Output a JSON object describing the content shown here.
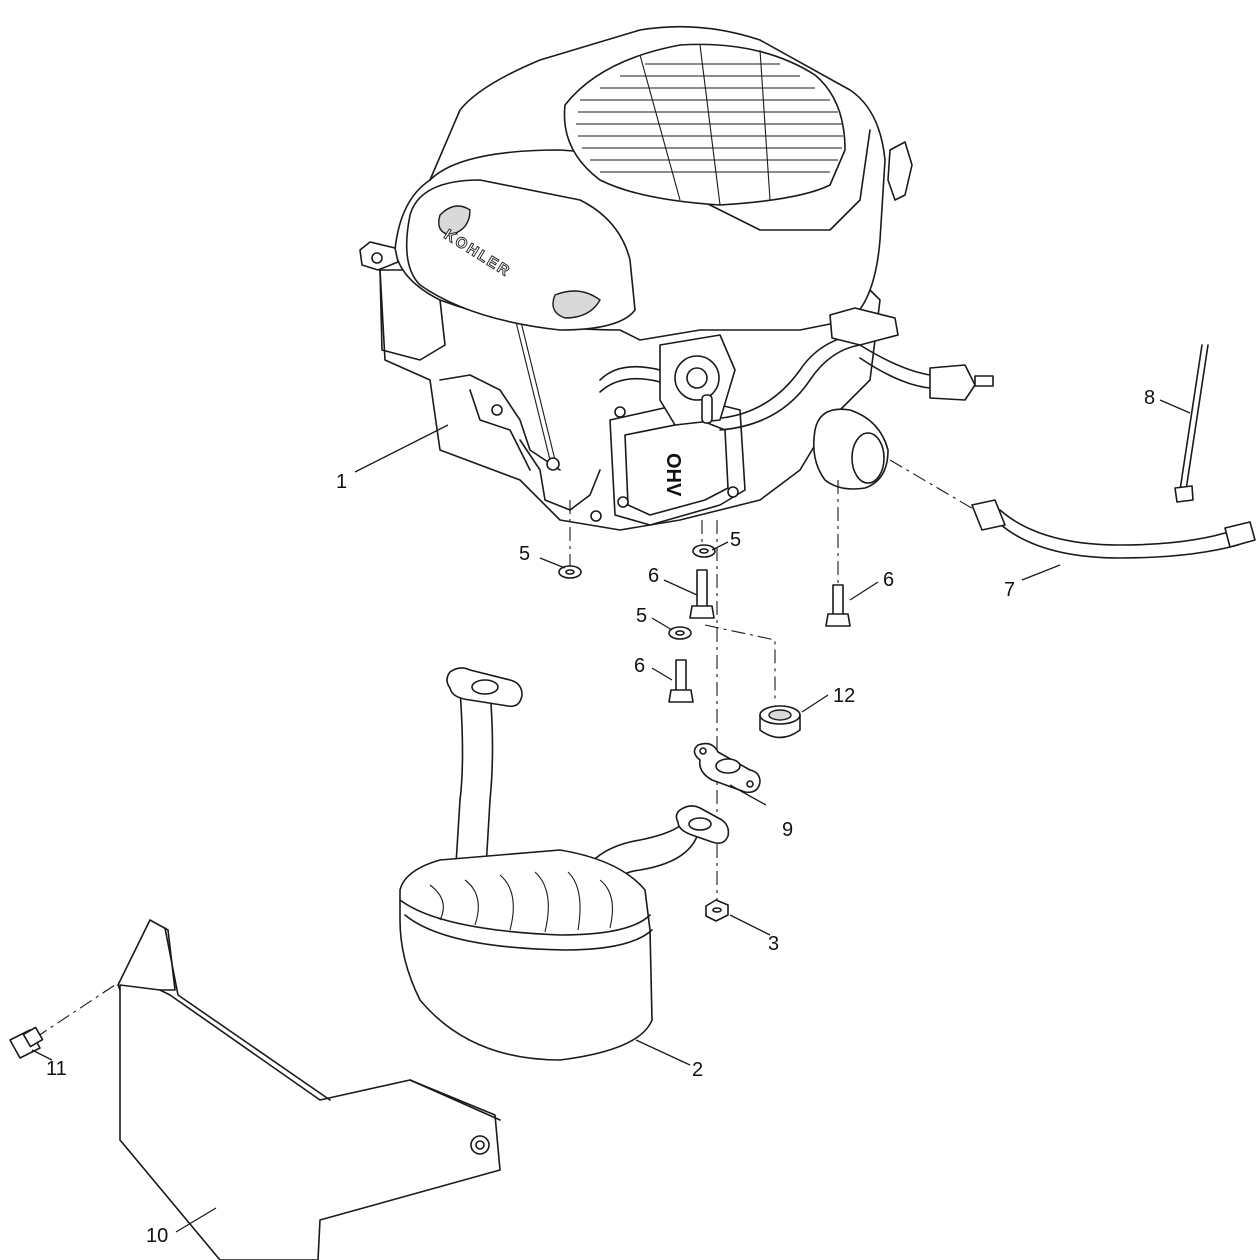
{
  "engine": {
    "brand_text": "KOHLER",
    "valve_cover_text": "OHV"
  },
  "callouts": [
    {
      "id": "c1",
      "label": "1"
    },
    {
      "id": "c2",
      "label": "2"
    },
    {
      "id": "c3",
      "label": "3"
    },
    {
      "id": "c5a",
      "label": "5"
    },
    {
      "id": "c5b",
      "label": "5"
    },
    {
      "id": "c5c",
      "label": "5"
    },
    {
      "id": "c6a",
      "label": "6"
    },
    {
      "id": "c6b",
      "label": "6"
    },
    {
      "id": "c6c",
      "label": "6"
    },
    {
      "id": "c7",
      "label": "7"
    },
    {
      "id": "c8",
      "label": "8"
    },
    {
      "id": "c9",
      "label": "9"
    },
    {
      "id": "c10",
      "label": "10"
    },
    {
      "id": "c11",
      "label": "11"
    },
    {
      "id": "c12",
      "label": "12"
    }
  ]
}
